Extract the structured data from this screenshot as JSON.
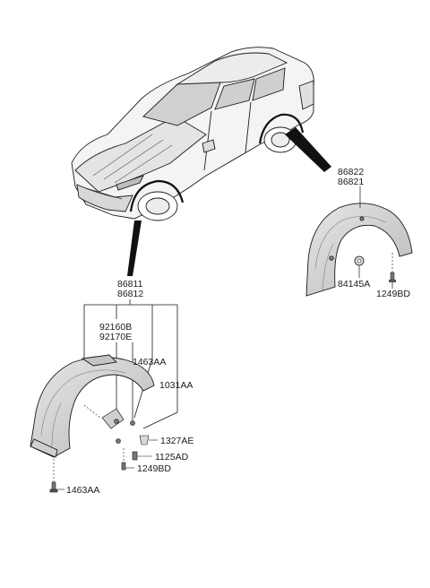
{
  "labels": {
    "rear_upper": "86822",
    "rear_lower": "86821",
    "rear_nut": "84145A",
    "rear_screw": "1249BD",
    "front_upper": "86811",
    "front_lower": "86812",
    "front_clip_upper": "92160B",
    "front_clip_lower": "92170E",
    "front_screw_a": "1463AA",
    "front_bolt": "1031AA",
    "front_clip_ae": "1327AE",
    "front_screw_ad": "1125AD",
    "front_screw_bd": "1249BD",
    "front_screw_bottom": "1463AA"
  },
  "colors": {
    "line": "#1a1a1a",
    "part_fill": "#dcdcdc",
    "part_shade": "#b8b8b8",
    "car_fill": "#f2f2f2"
  }
}
